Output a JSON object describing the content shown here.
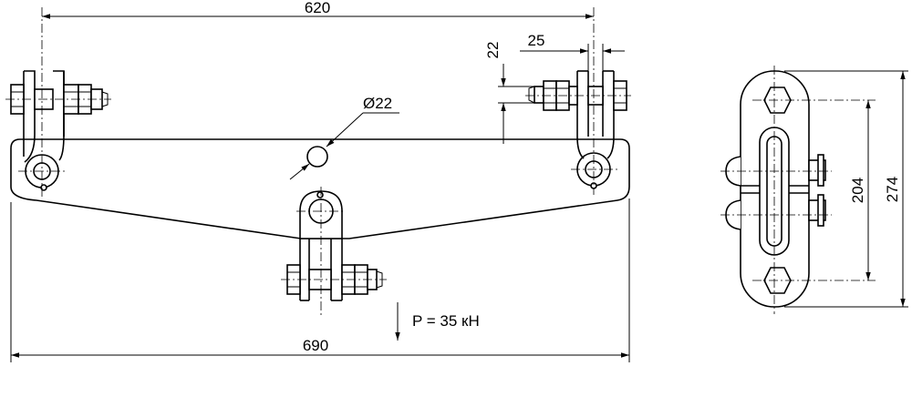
{
  "dimensions": {
    "top_span": "620",
    "bottom_span": "690",
    "hole_diameter": "Ø22",
    "plate_thickness": "22",
    "clevis_offset": "25",
    "side_inner_height": "204",
    "side_outer_height": "274"
  },
  "load": {
    "label": "P = 35 кН"
  },
  "colors": {
    "line": "#000000",
    "background": "#ffffff"
  }
}
